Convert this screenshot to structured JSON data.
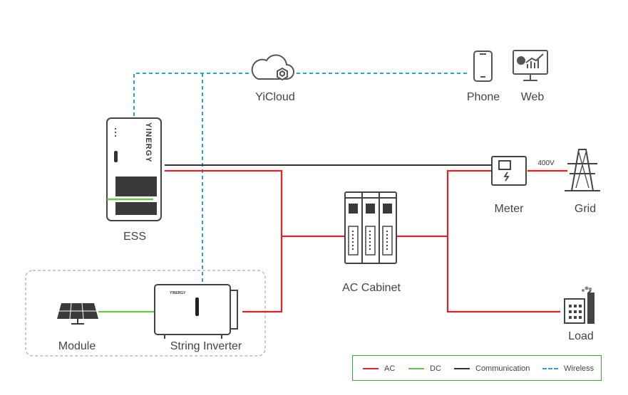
{
  "nodes": {
    "cloud": "YiCloud",
    "phone": "Phone",
    "web": "Web",
    "ess": "ESS",
    "ess_brand": "YINERGY",
    "inverter_brand": "YINERGY",
    "meter": "Meter",
    "grid": "Grid",
    "ac_cabinet": "AC Cabinet",
    "module": "Module",
    "string_inverter": "String Inverter",
    "load": "Load"
  },
  "voltage_label": "400V",
  "legend": [
    {
      "label": "AC",
      "color": "#e0202a",
      "style": "solid"
    },
    {
      "label": "DC",
      "color": "#6cc24a",
      "style": "solid"
    },
    {
      "label": "Communication",
      "color": "#333333",
      "style": "solid"
    },
    {
      "label": "Wireless",
      "color": "#2a9fd8",
      "style": "dashed"
    }
  ],
  "colors": {
    "ac": "#e0202a",
    "dc": "#6cc24a",
    "communication": "#333333",
    "wireless": "#2a9fd8",
    "icon": "#555555"
  }
}
